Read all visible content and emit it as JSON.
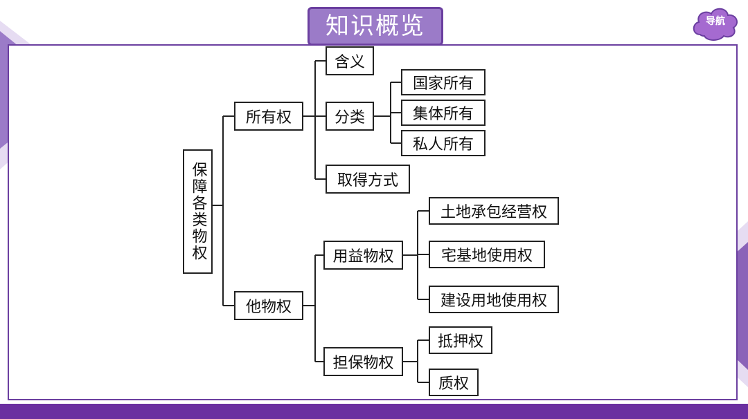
{
  "header": {
    "title": "知识概览",
    "nav_label": "导航"
  },
  "colors": {
    "accent": "#6b3fa0",
    "accent_light": "#9b7bc8",
    "bar": "#6b2fa0"
  },
  "diagram": {
    "root": "保障各类物权",
    "ownership": {
      "label": "所有权",
      "meaning": "含义",
      "classification": {
        "label": "分类",
        "items": [
          "国家所有",
          "集体所有",
          "私人所有"
        ]
      },
      "acquisition": "取得方式"
    },
    "other_rights": {
      "label": "他物权",
      "usufruct": {
        "label": "用益物权",
        "items": [
          "土地承包经营权",
          "宅基地使用权",
          "建设用地使用权"
        ]
      },
      "security": {
        "label": "担保物权",
        "items": [
          "抵押权",
          "质权"
        ]
      }
    }
  }
}
